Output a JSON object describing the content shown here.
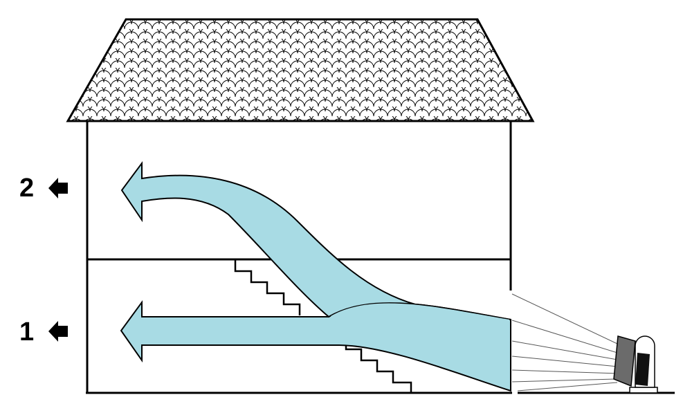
{
  "floors": [
    {
      "id": "floor-1",
      "label": "1"
    },
    {
      "id": "floor-2",
      "label": "2"
    }
  ],
  "colors": {
    "airflow": "#a8dbe4",
    "outline": "#000000",
    "fan_body": "#6b6b6b",
    "fan_panel": "#111111"
  },
  "icons": [
    "roof-shingles",
    "staircase",
    "airflow-arrow",
    "exit-arrow-icon",
    "fan-icon"
  ]
}
